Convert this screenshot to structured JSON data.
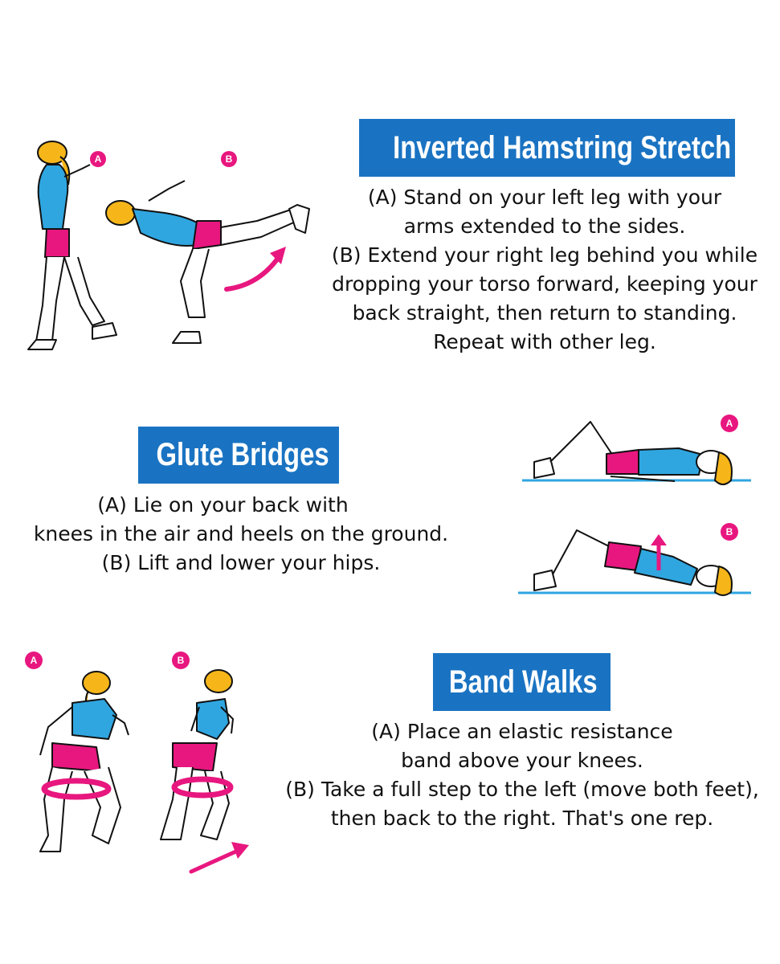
{
  "exercises": [
    {
      "title": "Inverted Hamstring Stretch",
      "lines": [
        "(A) Stand on your left leg with your",
        "arms extended to the sides.",
        "(B) Extend your right leg behind you while",
        "dropping your torso forward, keeping your",
        "back straight, then return to standing.",
        "Repeat with other leg."
      ]
    },
    {
      "title": "Glute Bridges",
      "lines": [
        "(A) Lie on your back with",
        "knees in the air and heels on the ground.",
        "(B) Lift and lower your hips."
      ]
    },
    {
      "title": "Band Walks",
      "lines": [
        "(A) Place an elastic resistance",
        "band above your knees.",
        "(B) Take a full step to the left (move both feet),",
        "then back to the right. That's one rep."
      ]
    }
  ],
  "badges": {
    "a": "A",
    "b": "B"
  },
  "colors": {
    "title_bg": "#1a73c2",
    "accent_pink": "#e8177f",
    "hair": "#f6b61a",
    "top_blue": "#2fa6e0"
  }
}
